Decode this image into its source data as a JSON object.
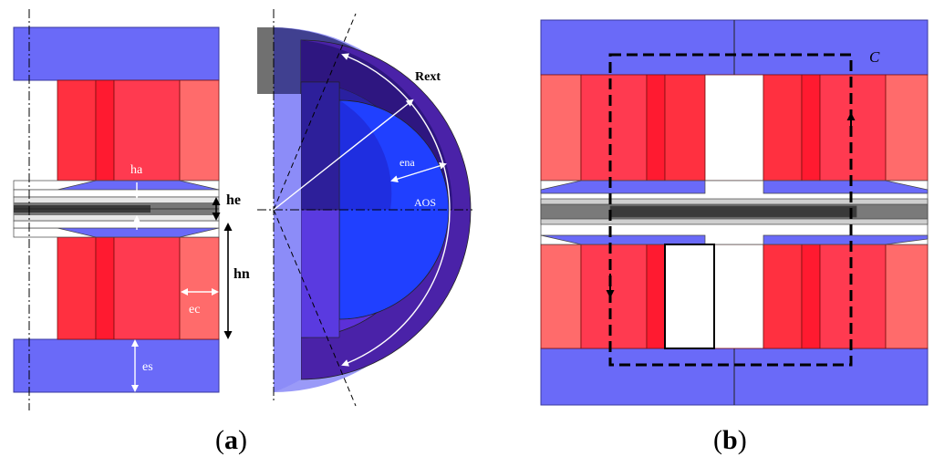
{
  "figure": {
    "panel_a": {
      "caption_letter": "a",
      "labels": {
        "rext": "Rext",
        "ena": "ena",
        "aos": "AOS",
        "ha": "ha",
        "he": "he",
        "hn": "hn",
        "ec": "ec",
        "es": "es"
      }
    },
    "panel_b": {
      "caption_letter": "b",
      "labels": {
        "contour": "C"
      }
    },
    "colors": {
      "stator_blue": "#6a6af8",
      "red_dark": "#ff2030",
      "red_mid": "#ff3348",
      "red_light": "#ff6b6b",
      "magnet_outer": "#3e1a8f",
      "magnet_mid": "#5c2bd8",
      "magnet_inner": "#1f3cff",
      "shaft_gray": "#555555"
    }
  }
}
